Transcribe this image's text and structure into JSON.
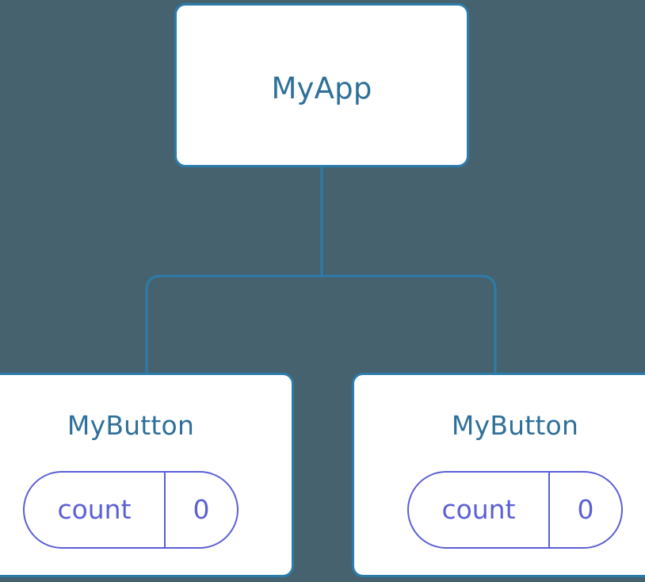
{
  "diagram": {
    "type": "component-tree",
    "title_text": "MyApp",
    "background_color": "#46626e",
    "node_border_color": "#2c7cab",
    "node_text_color": "#2e7099",
    "state_color": "#5b5fd4",
    "edge_color": "#2c7cab"
  },
  "root": {
    "name": "MyApp"
  },
  "children": [
    {
      "name": "MyButton",
      "state": {
        "key": "count",
        "value": "0"
      }
    },
    {
      "name": "MyButton",
      "state": {
        "key": "count",
        "value": "0"
      }
    }
  ],
  "edges": {
    "root_to_bus_label": "root-trunk",
    "bus_label": "child-bus",
    "left_drop_label": "edge-to-child-0",
    "right_drop_label": "edge-to-child-1"
  }
}
